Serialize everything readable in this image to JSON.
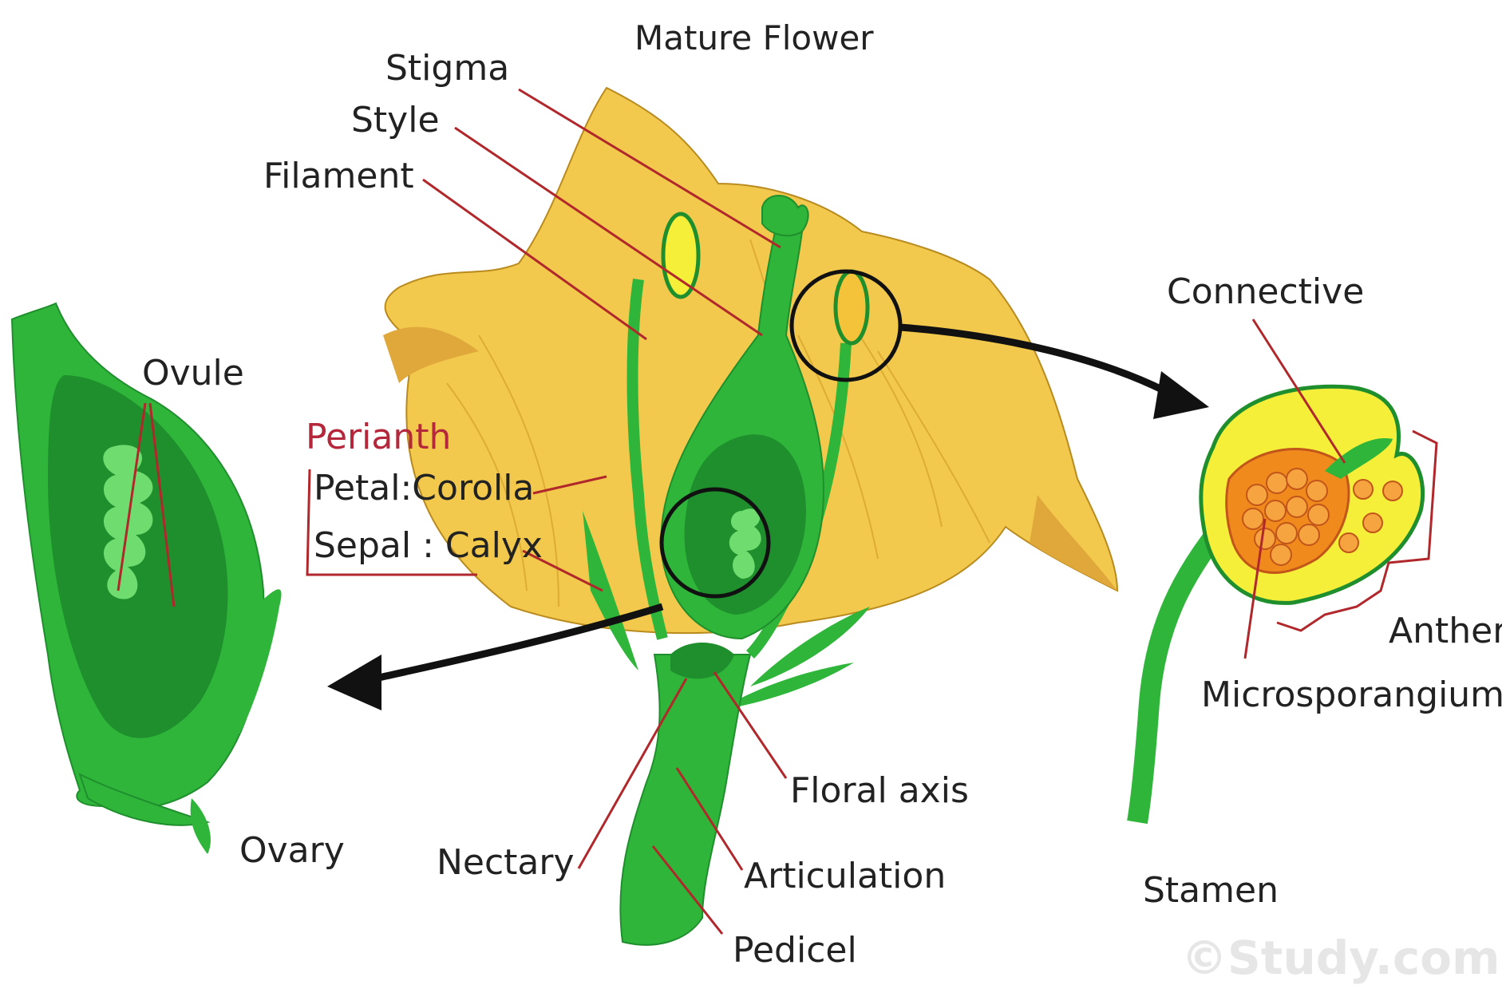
{
  "title": "Mature Flower",
  "labels": {
    "stigma": "Stigma",
    "style": "Style",
    "filament": "Filament",
    "ovule": "Ovule",
    "perianth": "Perianth",
    "petal": "Petal:Corolla",
    "sepal": "Sepal : Calyx",
    "ovary": "Ovary",
    "nectary": "Nectary",
    "floral_axis": "Floral axis",
    "articulation": "Articulation",
    "pedicel": "Pedicel",
    "connective": "Connective",
    "anther": "Anther",
    "microsporangium": "Microsporangium",
    "stamen": "Stamen"
  },
  "watermark": "©Study.com",
  "colors": {
    "petal": "#f2c94c",
    "petal_shade": "#e0a83a",
    "green": "#2fb63a",
    "dark_green": "#1f8f2d",
    "light_green": "#6fdc6f",
    "anther_yellow": "#f5ef3a",
    "pollen": "#f08a1c",
    "leader": "#b1282c",
    "perianth_text": "#b5273b"
  }
}
